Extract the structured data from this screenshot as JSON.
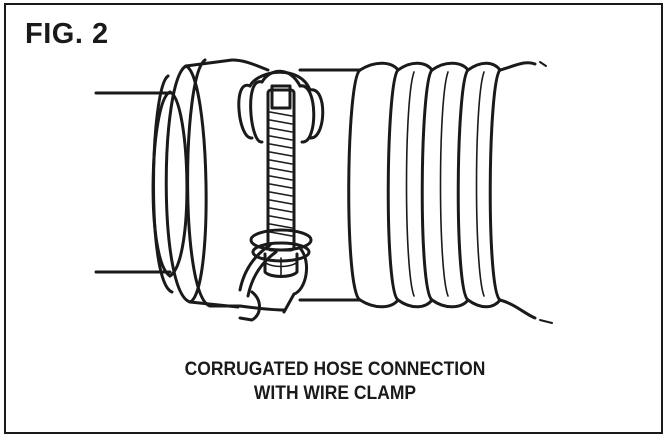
{
  "figure": {
    "label": "FIG. 2",
    "caption_line1": "CORRUGATED HOSE CONNECTION",
    "caption_line2": "WITH WIRE CLAMP"
  },
  "colors": {
    "ink": "#1a1a1a",
    "paper": "#ffffff"
  }
}
